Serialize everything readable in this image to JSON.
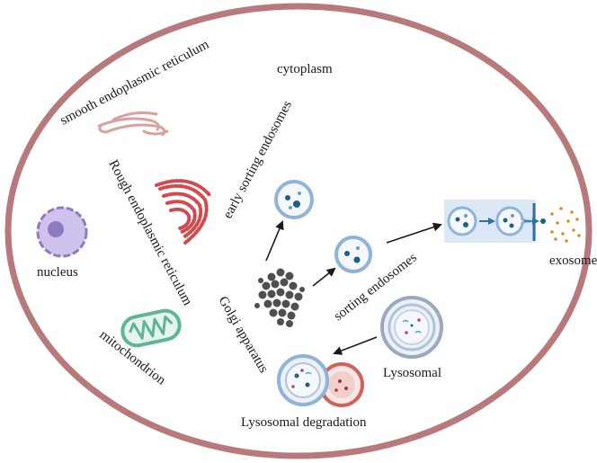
{
  "labels": {
    "cytoplasm": "cytoplasm",
    "smooth_er": "smooth endoplasmic reticulum",
    "rough_er": "Rough endoplasmic reticulum",
    "early_endosomes": "early sorting endosomes",
    "nucleus": "nucleus",
    "golgi": "Golgi apparatus",
    "sorting_endosomes": "sorting endosomes",
    "exosomes": "exosomes",
    "mitochondrion": "mitochondrion",
    "lysosomal": "Lysosomal",
    "lysosomal_degradation": "Lysosomal degradation"
  },
  "colors": {
    "cell_membrane": "#b7797b",
    "smooth_er": "#d9a2a0",
    "rough_er": "#d24a4d",
    "nucleus": "#b6a3dc",
    "nucleolus": "#8f7ac2",
    "mitochondrion": "#5fb49a",
    "golgi": "#4f4f4f",
    "vesicle_ring": "#8fb3d9",
    "vesicle_fill": "#f4f8fd",
    "cargo": "#1f5f7f",
    "exosome_dot": "#d9902a",
    "lysosome_red": "#d4605a",
    "secretion_box": "#dce8f6",
    "arrow": "#1a1a1a"
  }
}
